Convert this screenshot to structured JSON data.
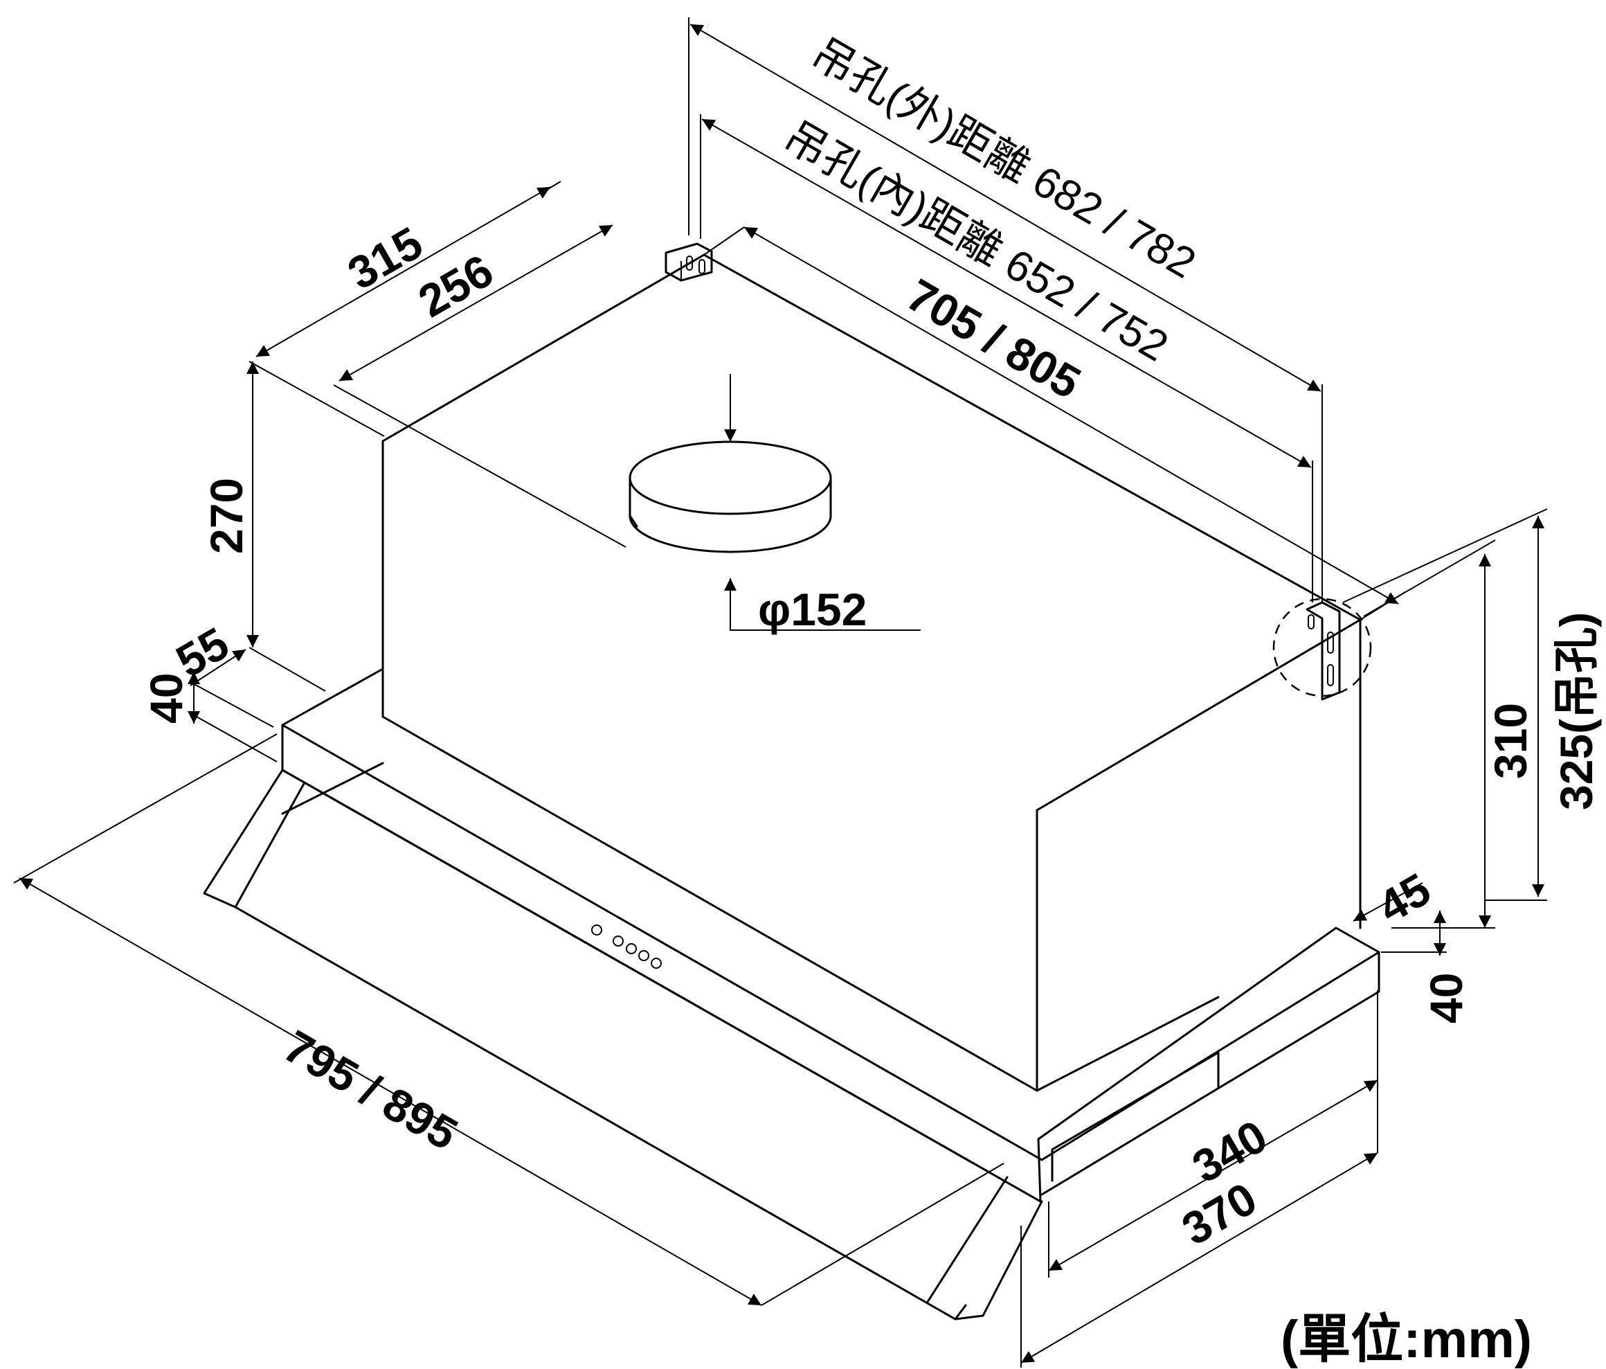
{
  "labels": {
    "outer_hole": "吊孔(外)距離 682 / 782",
    "inner_hole": "吊孔(內)距離 652 / 752",
    "body_width": "705 / 805",
    "depth_315": "315",
    "depth_256": "256",
    "height_270": "270",
    "dim_55": "55",
    "dim_40_left": "40",
    "duct": "φ152",
    "height_310": "310",
    "height_325": "325(吊孔)",
    "dim_45": "45",
    "dim_40_right": "40",
    "front_width": "795 / 895",
    "depth_340": "340",
    "depth_370": "370",
    "unit": "(單位:mm)"
  }
}
